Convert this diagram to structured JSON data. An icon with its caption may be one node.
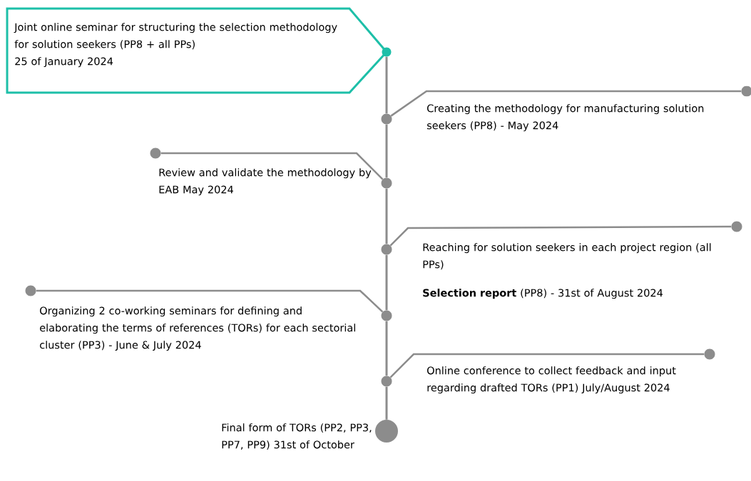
{
  "diagram": {
    "nodes": [
      {
        "text": [
          "Joint online seminar for structuring the selection methodology for solution seekers (PP8 + all PPs)",
          "25 of January 2024"
        ]
      },
      {
        "text": [],
        "shape": "circle"
      },
      {
        "text": [],
        "shape": "circle"
      },
      {
        "text": [],
        "shape": "circle"
      },
      {
        "text": [],
        "shape": "circle"
      },
      {
        "text": [],
        "shape": "circle"
      },
      {
        "text": [],
        "shape": "circle"
      },
      {
        "text": [],
        "shape": "circle"
      },
      {
        "text": [],
        "shape": "circle"
      },
      {
        "text": [],
        "shape": "circle"
      },
      {
        "text": [],
        "shape": "circle"
      },
      {
        "text": [],
        "shape": "circle"
      },
      {
        "text": [],
        "shape": "circle"
      }
    ],
    "edges": [
      {
        "from": 1,
        "to": 2,
        "arrow": "none"
      },
      {
        "from": 2,
        "to": 3,
        "arrow": "none"
      },
      {
        "from": 3,
        "to": 4,
        "arrow": "none"
      },
      {
        "from": 4,
        "to": 5,
        "arrow": "none"
      },
      {
        "from": 5,
        "to": 6,
        "arrow": "none"
      },
      {
        "from": 6,
        "to": 7,
        "arrow": "none"
      },
      {
        "from": 2,
        "to": 8,
        "arrow": "none"
      },
      {
        "from": 3,
        "to": 9,
        "arrow": "none"
      },
      {
        "from": 4,
        "to": 10,
        "arrow": "none"
      },
      {
        "from": 5,
        "to": 11,
        "arrow": "none"
      },
      {
        "from": 6,
        "to": 12,
        "arrow": "none"
      }
    ],
    "labels": [
      "Creating the methodology for manufacturing solution seekers (PP8) - May 2024",
      "Review and validate the methodology by EAB May 2024",
      "Reaching for solution seekers in each project region (all PPs)",
      "**Selection report** (PP8) - 31st of August 2024",
      "Organizing 2 co-working seminars for defining and elaborating the terms of references (TORs) for each sectorial cluster (PP3) - June & July 2024",
      "Online conference to collect feedback and input regarding drafted TORs (PP1) July/August 2024",
      "Final form of TORs (PP2, PP3, PP7, PP9) 31st of October"
    ]
  }
}
